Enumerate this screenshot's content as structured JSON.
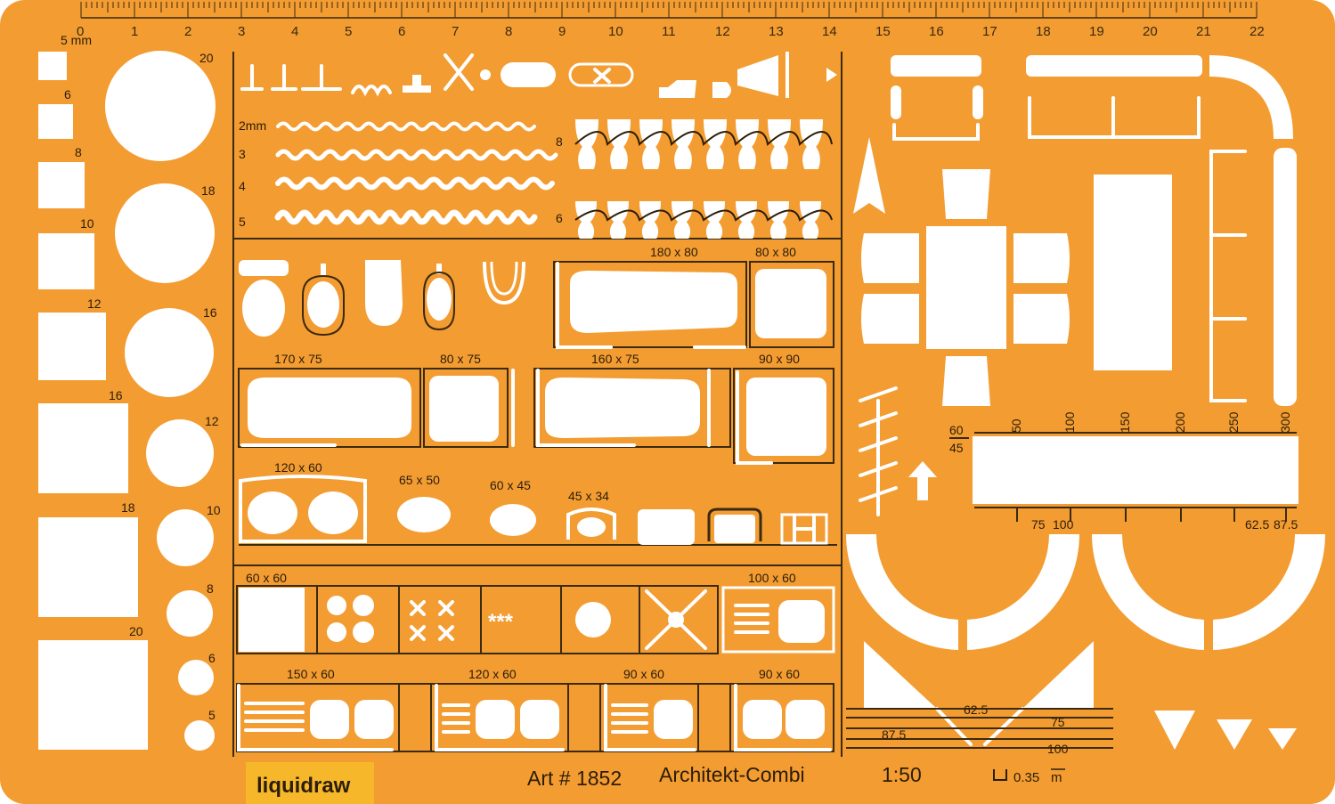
{
  "colors": {
    "plate": "#f39c32",
    "cutout": "#ffffff",
    "ink": "#3a2a10",
    "brand_tab": "#f6b82a"
  },
  "ruler": {
    "numbers": [
      "1",
      "2",
      "3",
      "4",
      "5",
      "6",
      "7",
      "8",
      "9",
      "10",
      "11",
      "12",
      "13",
      "14",
      "15",
      "16",
      "17",
      "18",
      "19",
      "20",
      "21",
      "22"
    ],
    "zero": "0"
  },
  "squares": {
    "unit": "5 mm",
    "labels": [
      "6",
      "8",
      "10",
      "12",
      "16",
      "18",
      "20"
    ]
  },
  "circles": {
    "labels": [
      "20",
      "18",
      "16",
      "12",
      "10",
      "8",
      "6",
      "5"
    ]
  },
  "waves": {
    "labels": [
      "2mm",
      "3",
      "4",
      "5"
    ]
  },
  "balusters": {
    "labels": [
      "8",
      "6"
    ]
  },
  "bath": {
    "labels": [
      "180 x 80",
      "80 x 80",
      "170 x 75",
      "80 x 75",
      "160 x 75",
      "90 x 90",
      "120 x 60",
      "65 x 50",
      "60 x 45",
      "45 x 34"
    ]
  },
  "kitchen": {
    "labels": [
      "60 x 60",
      "100 x 60",
      "150 x 60",
      "120 x 60",
      "90 x 60",
      "90 x 60"
    ]
  },
  "stair": {
    "top_numbers": [
      "50",
      "100",
      "150",
      "200",
      "250",
      "300"
    ],
    "side_numbers": [
      "60",
      "45"
    ],
    "bottom_numbers": [
      "75",
      "100",
      "62.5",
      "87.5"
    ]
  },
  "doors": {
    "labels": [
      "62.5",
      "75",
      "87.5",
      "100"
    ]
  },
  "footer": {
    "brand": "liquidraw",
    "art": "Art # 1852",
    "product": "Architekt-Combi",
    "scale": "1:50",
    "thickness": "0.35",
    "thickness_unit": "m"
  }
}
